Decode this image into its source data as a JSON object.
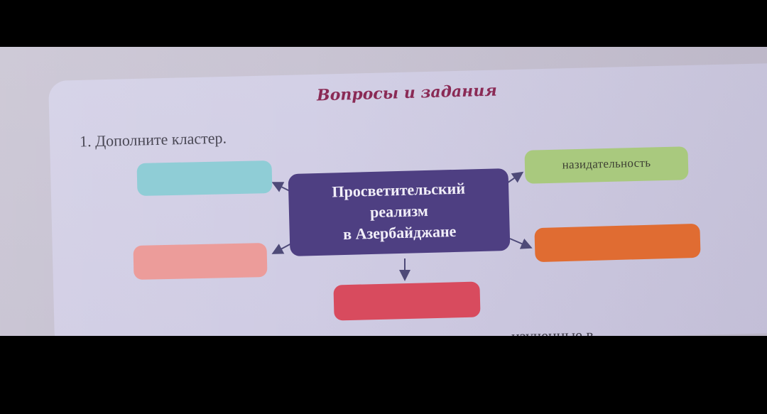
{
  "page": {
    "section_title": "Вопросы и задания",
    "task_text": "1. Дополните кластер."
  },
  "cluster": {
    "center_lines": [
      "Просветительский",
      "реализм",
      "в Азербайджане"
    ],
    "filled_box_label": "назидательность"
  },
  "footer": {
    "partial_text": "изученные в"
  },
  "colors": {
    "background": "#000000",
    "panel": "#d0cde4",
    "heading": "#8a2a55",
    "center_box": "#4e3f82",
    "box_cyan": "#8fcdd6",
    "box_green": "#a9c97e",
    "box_pink": "#ec9c9a",
    "box_orange": "#e06c32",
    "box_red": "#d84b5e"
  }
}
